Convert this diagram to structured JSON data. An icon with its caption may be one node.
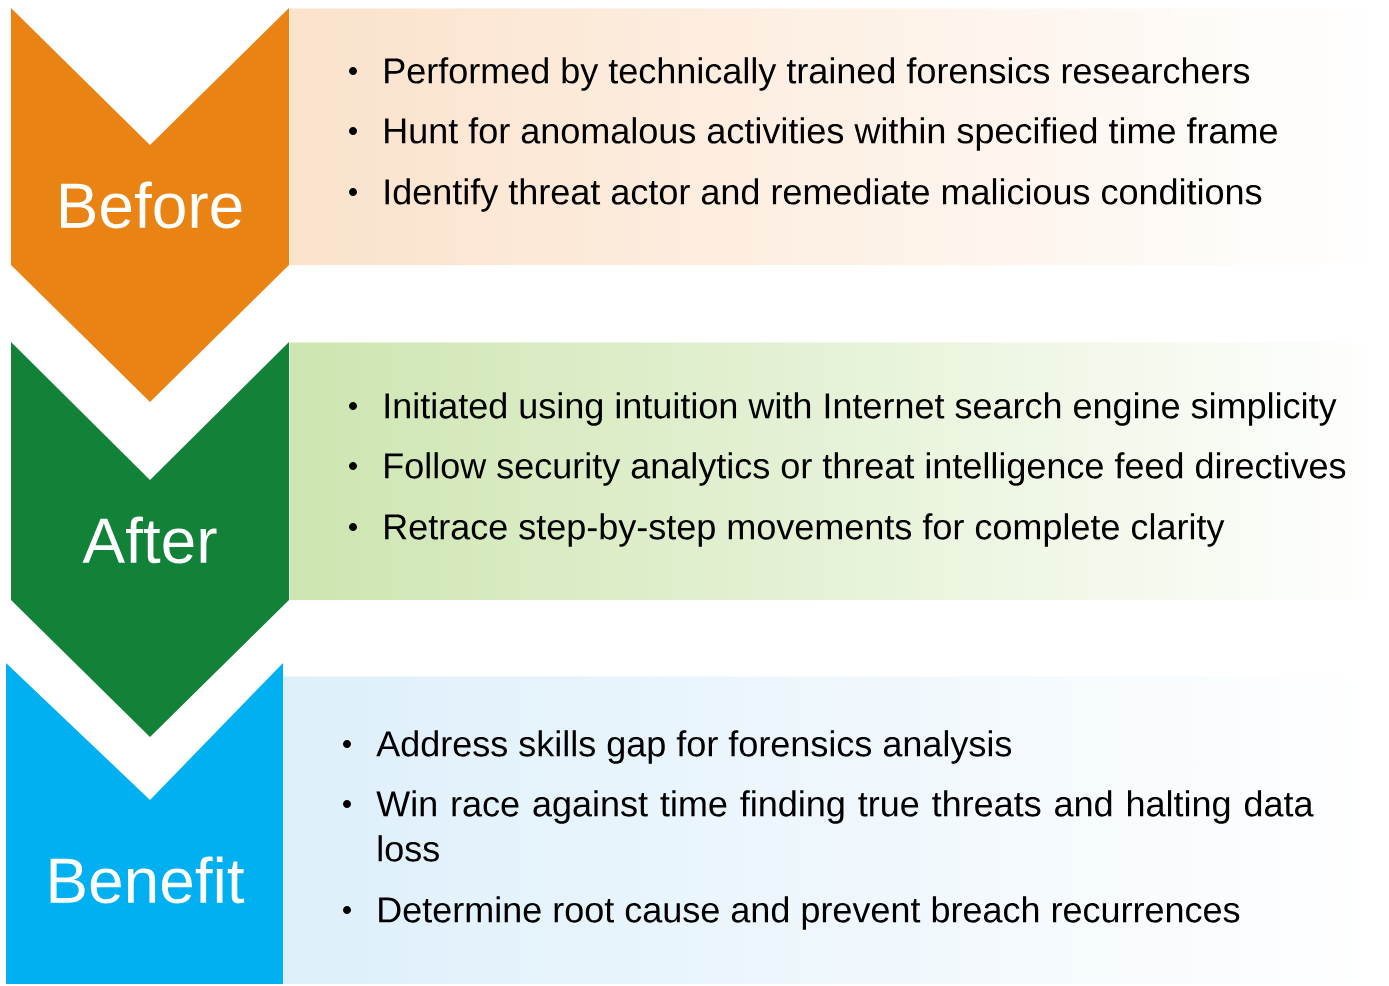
{
  "diagram": {
    "nodes": [
      {
        "text": [
          "Before"
        ]
      },
      {
        "text": [
          "Performed by technically trained forensics researchers",
          "Hunt for anomalous activities within specified time frame",
          "Identify threat actor and remediate malicious conditions"
        ]
      },
      {
        "text": [
          "After"
        ]
      },
      {
        "text": [
          "Initiated using intuition with Internet search engine simplicity",
          "Follow security analytics or threat intelligence feed directives",
          "Retrace step-by-step movements for complete clarity"
        ]
      },
      {
        "text": [
          "Benefit"
        ]
      },
      {
        "text": [
          "Address skills gap for forensics analysis",
          "Win race against time finding true threats and halting data loss",
          "Determine root cause and prevent breach recurrences"
        ]
      }
    ]
  }
}
